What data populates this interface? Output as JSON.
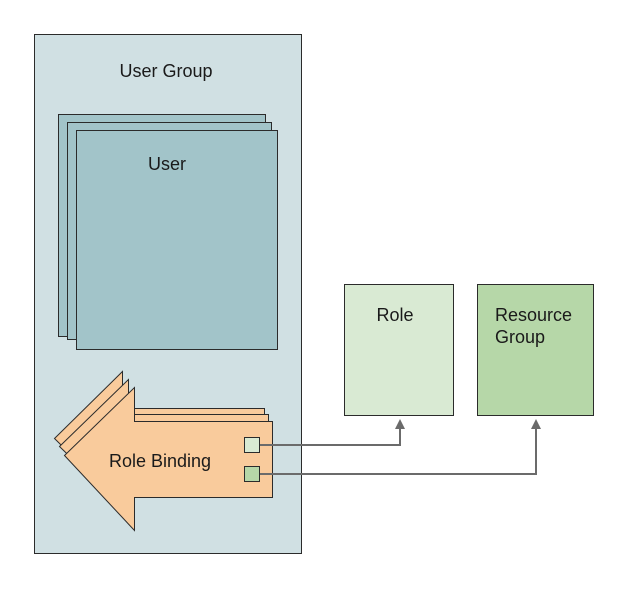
{
  "diagram": {
    "user_group": {
      "label": "User Group"
    },
    "user": {
      "label": "User"
    },
    "role_binding": {
      "label": "Role Binding"
    },
    "role": {
      "label": "Role"
    },
    "resource_group": {
      "label_line1": "Resource",
      "label_line2": "Group"
    }
  },
  "colors": {
    "user_group_fill": "#d0e0e3",
    "user_fill": "#a2c4c9",
    "role_binding_fill": "#f9cb9c",
    "role_fill": "#d9ead3",
    "resource_group_fill": "#b6d7a8",
    "binding_port_role_fill": "#d9ead3",
    "binding_port_resource_fill": "#b6d7a8",
    "connector_color": "#6b6b6b",
    "outline": "#2b2b2b"
  }
}
